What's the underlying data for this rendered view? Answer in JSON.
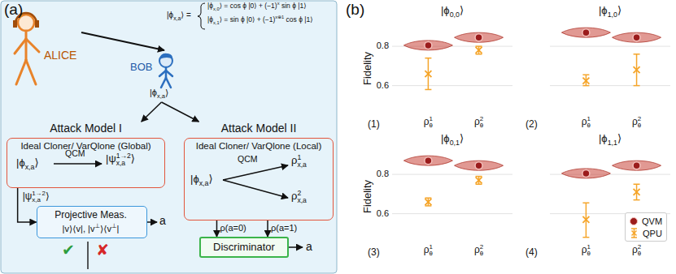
{
  "diagram": {
    "nodes": [
      {
        "text": [
          "ALICE"
        ]
      },
      {
        "text": [
          "BOB",
          "|ϕx,a⟩"
        ]
      },
      {
        "text": [
          "Attack Model I",
          "Ideal Cloner/ VarQlone (Global)",
          "|ϕx,a⟩",
          "QCM",
          "|ψ1→2x,a⟩"
        ]
      },
      {
        "text": [
          "Attack Model II",
          "Ideal Cloner/ VarQlone (Local)",
          "QCM",
          "|ϕx,a⟩",
          "ρ1x,a",
          "ρ2x,a"
        ]
      },
      {
        "text": [
          "Projective Meas.",
          "|v⟩⟨v|, |v⊥⟩⟨v⊥|"
        ]
      },
      {
        "text": [
          "Discriminator"
        ]
      }
    ],
    "edges": [
      {
        "from": 0,
        "to": 1,
        "arrow": "to"
      },
      {
        "from": 1,
        "to": 2,
        "arrow": "to"
      },
      {
        "from": 1,
        "to": 3,
        "arrow": "to"
      },
      {
        "from": 2,
        "to": 4,
        "arrow": "to",
        "label": "|ψ1→2x,a⟩"
      },
      {
        "from": 3,
        "to": 5,
        "arrow": "to",
        "label": "ρ(a=0)"
      },
      {
        "from": 3,
        "to": 5,
        "arrow": "to",
        "label": "ρ(a=1)"
      }
    ],
    "labels": [
      "(a)",
      "|ϕx,a⟩ =",
      "|ϕx,0⟩ = cos ϕ |0⟩ + (−1)x sin ϕ |1⟩",
      "|ϕx,1⟩ = sin ϕ |0⟩ + (−1)x⊕1 cos ϕ |1⟩",
      "a",
      "✔",
      "✘",
      "a",
      "(b)",
      "|ϕ0,0⟩",
      "|ϕ1,0⟩",
      "|ϕ0,1⟩",
      "|ϕ1,1⟩",
      "Fidelity",
      "0.8",
      "0.6",
      "ρ1θ",
      "ρ2θ",
      "(1)",
      "ρ1θ",
      "ρ2θ",
      "(2)",
      "Fidelity",
      "0.8",
      "0.6",
      "ρ1θ",
      "ρ2θ",
      "(3)",
      "ρ1θ",
      "ρ2θ",
      "(4)"
    ],
    "legend": [
      {
        "text": "QVM",
        "color": "#9b1c1c"
      },
      {
        "text": "QPU"
      }
    ]
  }
}
